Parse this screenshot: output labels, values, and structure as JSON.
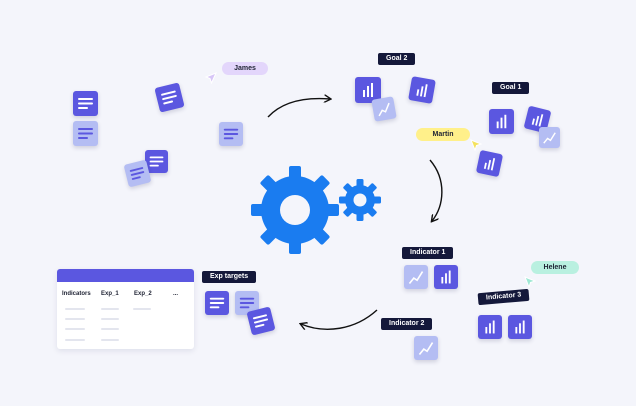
{
  "labels": {
    "james": "James",
    "martin": "Martin",
    "helene": "Helene"
  },
  "tags": {
    "goal_2": "Goal 2",
    "goal_1": "Goal 1",
    "indicator_1": "Indicator 1",
    "indicator_2": "Indicator 2",
    "indicator_3": "Indicator 3",
    "exp_targets": "Exp targets"
  },
  "table": {
    "columns": [
      "Indicators",
      "Exp_1",
      "Exp_2",
      "..."
    ]
  },
  "colors": {
    "background": "#F4F5FB",
    "primary": "#5B57E0",
    "light": "#B4BDF3",
    "dark_tag": "#14183A",
    "gear": "#1A7CF0",
    "james_pill": "#E3D6FB",
    "martin_pill": "#FFF08A",
    "helene_pill": "#B9F0E0"
  }
}
